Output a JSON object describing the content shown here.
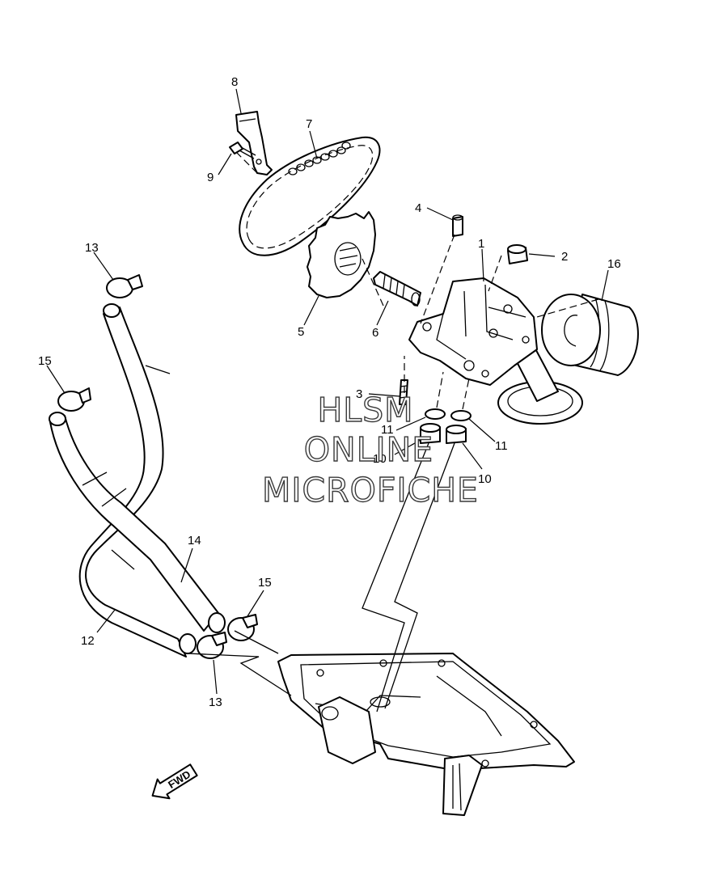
{
  "callouts": {
    "c1": "1",
    "c2": "2",
    "c3": "3",
    "c4": "4",
    "c5": "5",
    "c6": "6",
    "c7": "7",
    "c8": "8",
    "c9": "9",
    "c10a": "10",
    "c10b": "10",
    "c11a": "11",
    "c11b": "11",
    "c12": "12",
    "c13a": "13",
    "c13b": "13",
    "c14": "14",
    "c15a": "15",
    "c15b": "15",
    "c16": "16"
  },
  "watermark": {
    "line1": "HLSM",
    "line2": "ONLINE",
    "line3": "MICROFICHE"
  },
  "fwd_label": "FWD",
  "colors": {
    "line": "#000000",
    "background": "#ffffff",
    "watermark_outline": "#3a3a3a"
  }
}
